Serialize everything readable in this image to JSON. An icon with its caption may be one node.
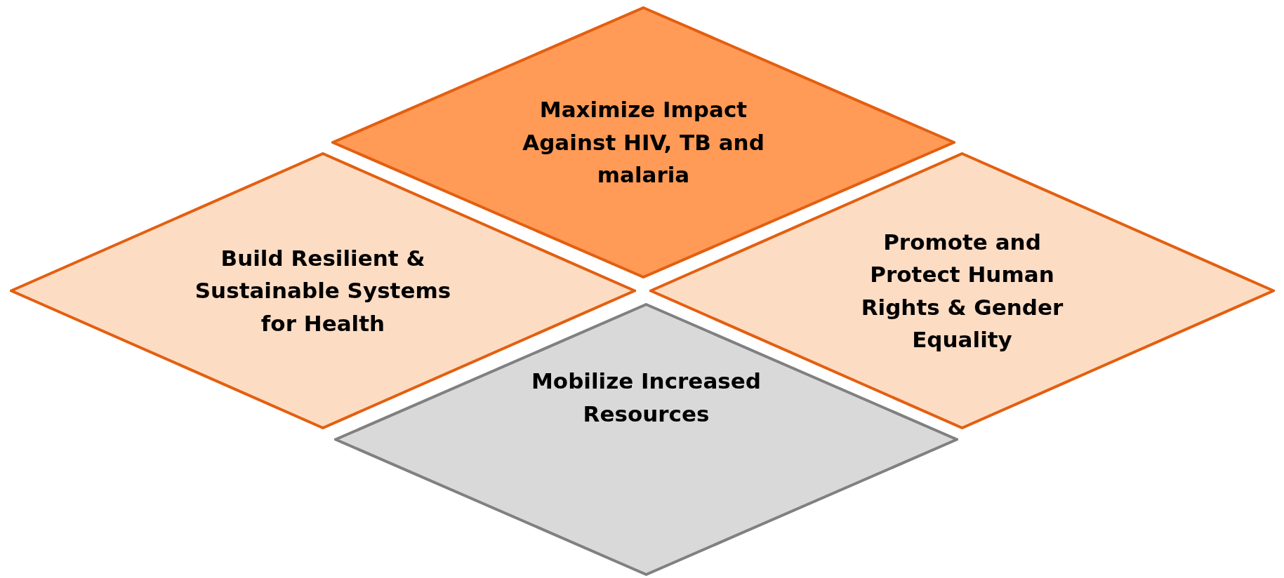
{
  "diagram": {
    "nodes": [
      {
        "text": [
          "Maximize Impact Against HIV, TB and malaria"
        ]
      },
      {
        "text": [
          "Build Resilient & Sustainable Systems for Health"
        ]
      },
      {
        "text": [
          "Promote and Protect Human Rights & Gender Equality"
        ]
      },
      {
        "text": [
          "Mobilize Increased Resources"
        ]
      }
    ]
  }
}
